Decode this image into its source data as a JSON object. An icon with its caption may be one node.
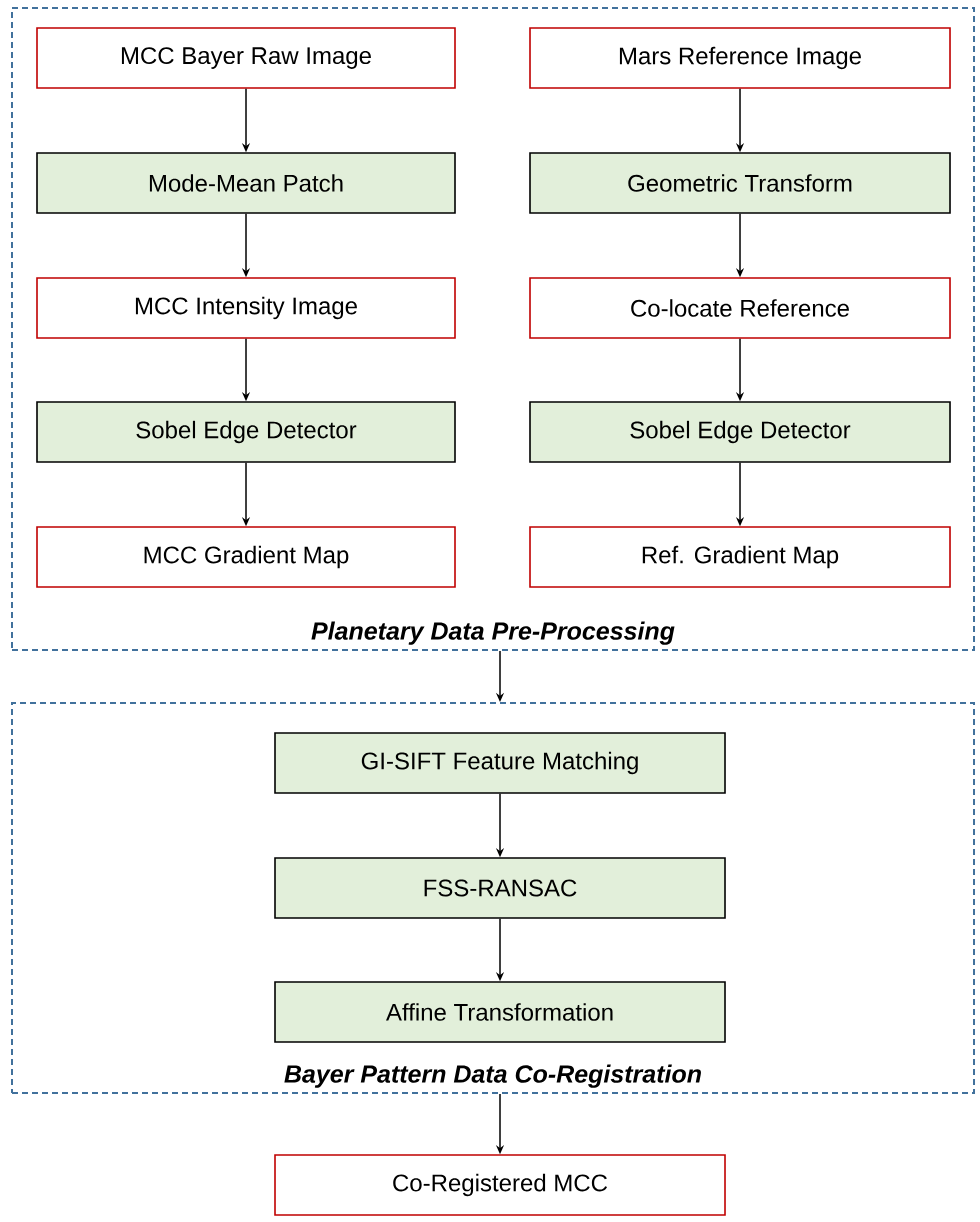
{
  "diagram": {
    "nodes": [
      {
        "text": [
          "Planetary Data Pre-Processing"
        ]
      },
      {
        "text": [
          "MCC Bayer Raw Image"
        ],
        "in": 0
      },
      {
        "text": [
          "Mode-Mean Patch"
        ],
        "in": 0
      },
      {
        "text": [
          "MCC Intensity Image"
        ],
        "in": 0
      },
      {
        "text": [
          "Sobel Edge Detector"
        ],
        "in": 0
      },
      {
        "text": [
          "MCC Gradient Map"
        ],
        "in": 0
      },
      {
        "text": [
          "Mars Reference Image"
        ],
        "in": 0
      },
      {
        "text": [
          "Geometric Transform"
        ],
        "in": 0
      },
      {
        "text": [
          "Co-locate Reference"
        ],
        "in": 0
      },
      {
        "text": [
          "Sobel Edge Detector"
        ],
        "in": 0
      },
      {
        "text": [
          "Ref. Gradient Map"
        ],
        "in": 0
      },
      {
        "text": [
          "Bayer Pattern Data Co-Registration"
        ]
      },
      {
        "text": [
          "GI-SIFT Feature Matching"
        ],
        "in": 11
      },
      {
        "text": [
          "FSS-RANSAC"
        ],
        "in": 11
      },
      {
        "text": [
          "Affine Transformation"
        ],
        "in": 11
      },
      {
        "text": [
          "Co-Registered MCC"
        ]
      }
    ],
    "edges": [
      {
        "from": 1,
        "to": 2,
        "arrow": "to"
      },
      {
        "from": 2,
        "to": 3,
        "arrow": "to"
      },
      {
        "from": 3,
        "to": 4,
        "arrow": "to"
      },
      {
        "from": 4,
        "to": 5,
        "arrow": "to"
      },
      {
        "from": 6,
        "to": 7,
        "arrow": "to"
      },
      {
        "from": 7,
        "to": 8,
        "arrow": "to"
      },
      {
        "from": 8,
        "to": 9,
        "arrow": "to"
      },
      {
        "from": 9,
        "to": 10,
        "arrow": "to"
      },
      {
        "from": 0,
        "to": 11,
        "arrow": "to"
      },
      {
        "from": 12,
        "to": 13,
        "arrow": "to"
      },
      {
        "from": 13,
        "to": 14,
        "arrow": "to"
      },
      {
        "from": 11,
        "to": 15,
        "arrow": "to"
      }
    ]
  }
}
